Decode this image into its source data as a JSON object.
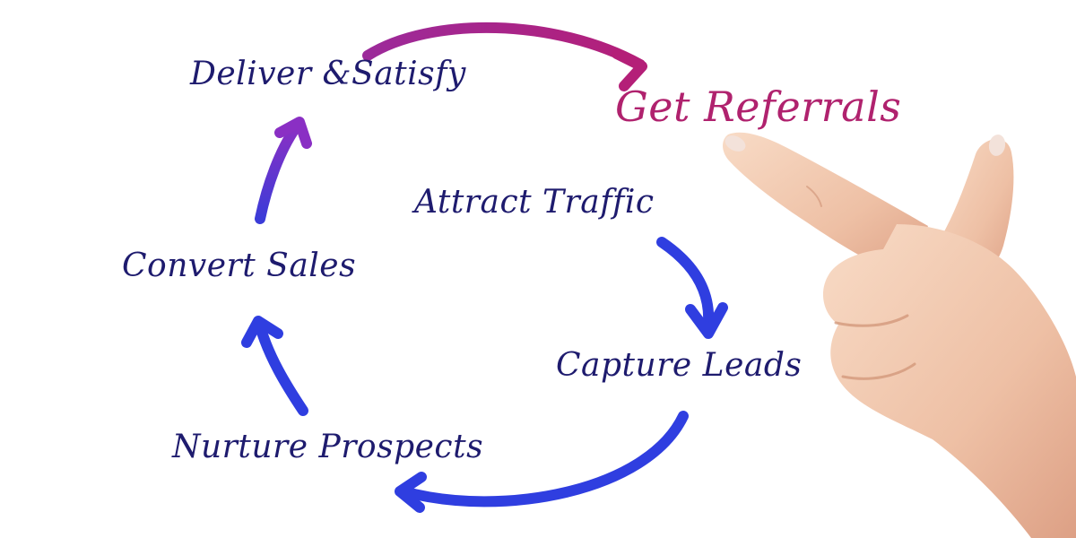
{
  "stages": {
    "deliver": {
      "label": "Deliver &Satisfy"
    },
    "referrals": {
      "label": "Get Referrals"
    },
    "attract": {
      "label": "Attract Traffic"
    },
    "capture": {
      "label": "Capture Leads"
    },
    "nurture": {
      "label": "Nurture Prospects"
    },
    "convert": {
      "label": "Convert Sales"
    }
  },
  "colors": {
    "text_primary": "#1e1b6e",
    "text_accent": "#b0226e",
    "arrow_blue": "#2f3ee0",
    "arrow_purple_start": "#7a34c0",
    "arrow_magenta": "#b41f78",
    "skin_light": "#f6d3bd",
    "skin_mid": "#e9b59a",
    "skin_shadow": "#cf9174",
    "nail": "#f3e2da"
  },
  "icons": {
    "hand": "pointing-hand-icon"
  }
}
